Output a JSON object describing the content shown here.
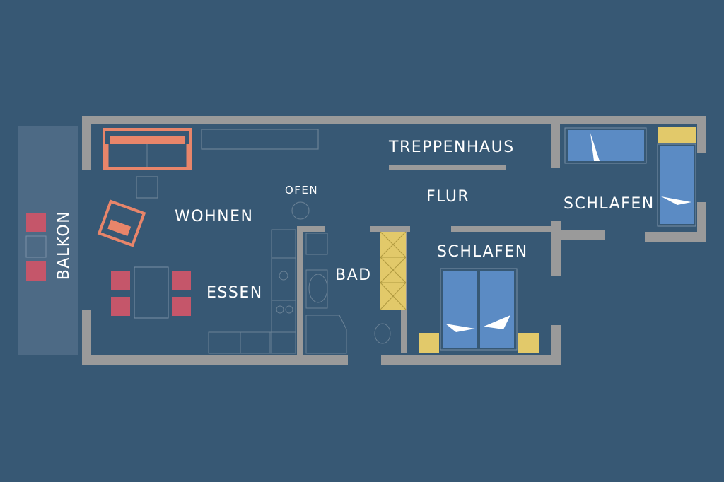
{
  "rooms": {
    "balkon": "BALKON",
    "wohnen": "WOHNEN",
    "ofen": "OFEN",
    "essen": "ESSEN",
    "bad": "BAD",
    "treppenhaus": "TREPPENHAUS",
    "flur": "FLUR",
    "schlafen_main": "SCHLAFEN",
    "schlafen_small": "SCHLAFEN"
  },
  "colors": {
    "background": "#375874",
    "wall": "#9a9a9a",
    "balcony": "#4d6a85",
    "sofa": "#e8856a",
    "chair": "#c5566a",
    "bed": "#5b8bc4",
    "nightstand": "#e2c96a",
    "fixture_line": "#6b8296"
  }
}
